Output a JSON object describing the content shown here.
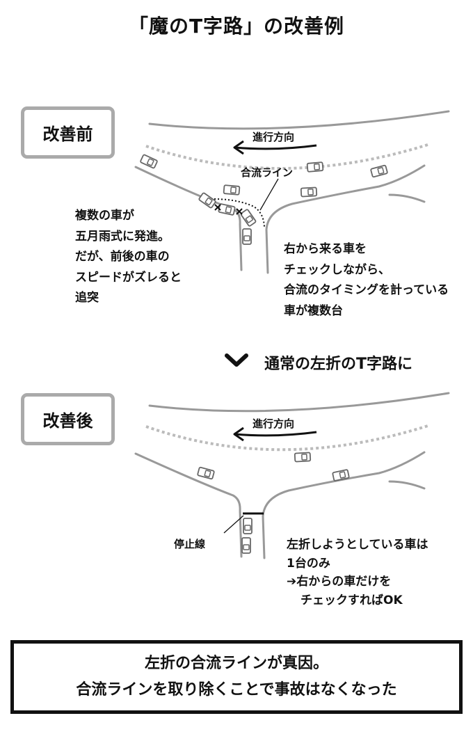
{
  "title": "「魔のT字路」の改善例",
  "before": {
    "label": "改善前",
    "direction_label": "進行方向",
    "merge_line_label": "合流ライン",
    "left_note": [
      "複数の車が",
      "五月雨式に発進。",
      "だが、前後の車の",
      "スピードがズレると",
      "追突"
    ],
    "right_note": [
      "右から来る車を",
      "チェックしながら、",
      "合流のタイミングを計っている",
      "車が複数台"
    ]
  },
  "transition": {
    "icon": "chevron-down-icon",
    "text": "通常の左折のT字路に"
  },
  "after": {
    "label": "改善後",
    "direction_label": "進行方向",
    "stop_line_label": "停止線",
    "right_note": [
      "左折しようとしている車は",
      "1台のみ",
      "➔右からの車だけを",
      "チェックすればOK"
    ]
  },
  "conclusion": [
    "左折の合流ラインが真因。",
    "合流ラインを取り除くことで事故はなくなった"
  ],
  "colors": {
    "road_edge": "#999999",
    "lane_marking": "#bbbbbb",
    "stage_box_border": "#aaaaaa",
    "ink": "#111111"
  }
}
